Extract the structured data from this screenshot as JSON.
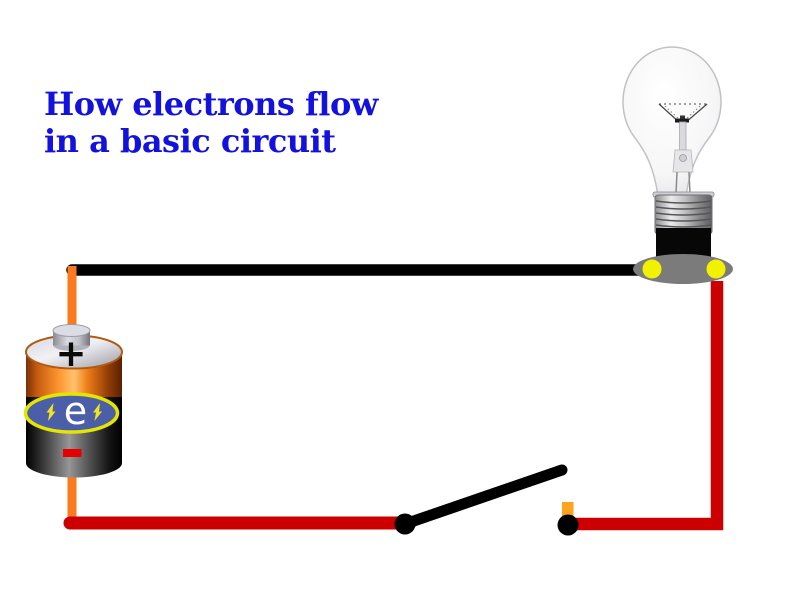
{
  "title": {
    "line1": "How electrons flow",
    "line2": "in a basic circuit",
    "color": "#1212DC"
  },
  "battery": {
    "plus_label": "+",
    "electron_label": "e",
    "colors": {
      "top_cap_silver": "#D9D9E0",
      "body_orange": "#F08020",
      "body_dark": "#2A2A2A",
      "minus_red": "#E60000",
      "badge_fill": "#4A5FA8",
      "badge_border": "#E4E600",
      "bolt_yellow": "#F2E41A"
    }
  },
  "bulb": {
    "state": "off",
    "glass": "#FAFAFA",
    "base_gray": "#7B7B7B",
    "terminal_yellow": "#F2F200",
    "socket_black": "#070707"
  },
  "switch": {
    "state": "open",
    "lever_color": "#000000",
    "contact_stub_orange": "#FFA21E"
  },
  "wires": {
    "top_black": "#000000",
    "battery_orange": "#FB7A20",
    "bottom_red": "#CC0000"
  }
}
